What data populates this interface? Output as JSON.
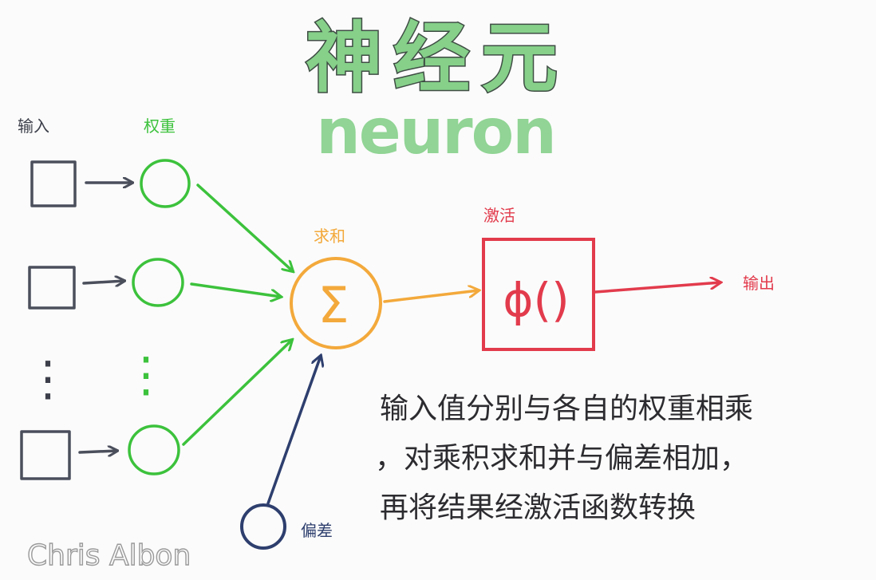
{
  "title": {
    "zh": "神经元",
    "en": "neuron"
  },
  "labels": {
    "input": "输入",
    "weight": "权重",
    "sum": "求和",
    "activation": "激活",
    "output": "输出",
    "bias": "偏差"
  },
  "symbols": {
    "sum": "Σ",
    "activation": "ϕ()",
    "ellipsis": "⋮"
  },
  "description": {
    "line1": "输入值分别与各自的权重相乘",
    "line2": "，对乘积求和并与偏差相加，",
    "line3": "再将结果经激活函数转换"
  },
  "signature": "Chris Albon",
  "colors": {
    "input": "#3c3f4a",
    "weight": "#3cc23c",
    "sum": "#f3a93b",
    "activation": "#e23b4c",
    "bias": "#2e3f6e",
    "title": "#86d08a"
  }
}
